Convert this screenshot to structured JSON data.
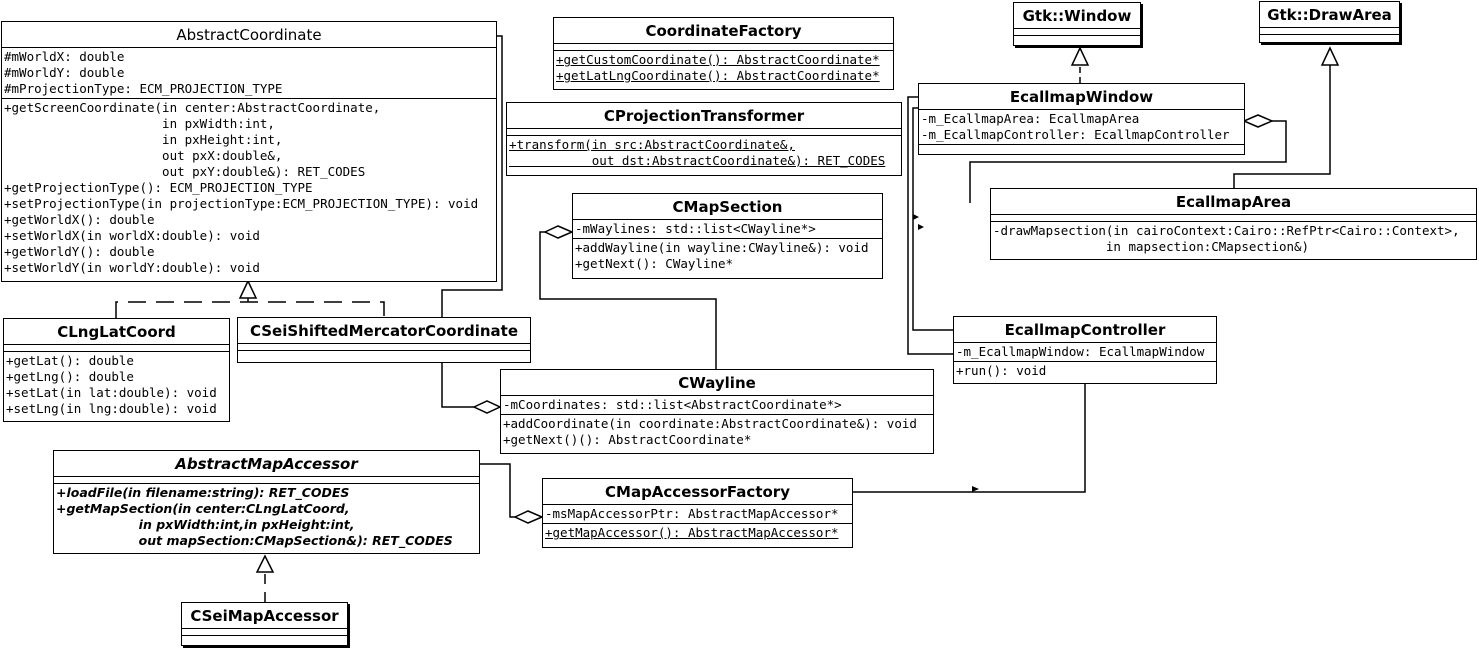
{
  "classes": {
    "abstract_coordinate": {
      "name": "AbstractCoordinate",
      "attributes": [
        "#mWorldX: double",
        "#mWorldY: double",
        "#mProjectionType: ECM_PROJECTION_TYPE"
      ],
      "operations": [
        "+getScreenCoordinate(in center:AbstractCoordinate,",
        "                     in pxWidth:int,",
        "                     in pxHeight:int,",
        "                     out pxX:double&,",
        "                     out pxY:double&): RET_CODES",
        "+getProjectionType(): ECM_PROJECTION_TYPE",
        "+setProjectionType(in projectionType:ECM_PROJECTION_TYPE): void",
        "+getWorldX(): double",
        "+setWorldX(in worldX:double): void",
        "+getWorldY(): double",
        "+setWorldY(in worldY:double): void"
      ]
    },
    "coordinate_factory": {
      "name": "CoordinateFactory",
      "operations": [
        "+getCustomCoordinate(): AbstractCoordinate*",
        "+getLatLngCoordinate(): AbstractCoordinate*"
      ]
    },
    "cprojection_transformer": {
      "name": "CProjectionTransformer",
      "operations": [
        "+transform(in src:AbstractCoordinate&,",
        "           out dst:AbstractCoordinate&): RET_CODES"
      ]
    },
    "cmap_section": {
      "name": "CMapSection",
      "attributes": [
        "-mWaylines: std::list<CWayline*>"
      ],
      "operations": [
        "+addWayline(in wayline:CWayline&): void",
        "+getNext(): CWayline*"
      ]
    },
    "clnglat_coord": {
      "name": "CLngLatCoord",
      "operations": [
        "+getLat(): double",
        "+getLng(): double",
        "+setLat(in lat:double): void",
        "+setLng(in lng:double): void"
      ]
    },
    "csei_shifted": {
      "name": "CSeiShiftedMercatorCoordinate"
    },
    "cwayline": {
      "name": "CWayline",
      "attributes": [
        "-mCoordinates: std::list<AbstractCoordinate*>"
      ],
      "operations": [
        "+addCoordinate(in coordinate:AbstractCoordinate&): void",
        "+getNext()(): AbstractCoordinate*"
      ]
    },
    "abstract_map_accessor": {
      "name": "AbstractMapAccessor",
      "operations": [
        "+loadFile(in filename:string): RET_CODES",
        "+getMapSection(in center:CLngLatCoord,",
        "                   in pxWidth:int,in pxHeight:int,",
        "                   out mapSection:CMapSection&): RET_CODES"
      ]
    },
    "cmap_accessor_factory": {
      "name": "CMapAccessorFactory",
      "attributes": [
        "-msMapAccessorPtr: AbstractMapAccessor*"
      ],
      "operations": [
        "+getMapAccessor(): AbstractMapAccessor*"
      ]
    },
    "csei_map_accessor": {
      "name": "CSeiMapAccessor"
    },
    "gtk_window": {
      "name": "Gtk::Window"
    },
    "gtk_drawarea": {
      "name": "Gtk::DrawArea"
    },
    "ecallmap_window": {
      "name": "EcallmapWindow",
      "attributes": [
        "-m_EcallmapArea: EcallmapArea",
        "-m_EcallmapController: EcallmapController"
      ]
    },
    "ecallmap_area": {
      "name": "EcallmapArea",
      "operations": [
        "-drawMapsection(in cairoContext:Cairo::RefPtr<Cairo::Context>,",
        "               in mapsection:CMapsection&)"
      ]
    },
    "ecallmap_controller": {
      "name": "EcallmapController",
      "attributes": [
        "-m_EcallmapWindow: EcallmapWindow"
      ],
      "operations": [
        "+run(): void"
      ]
    }
  }
}
